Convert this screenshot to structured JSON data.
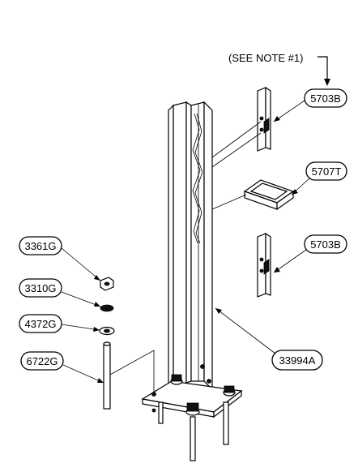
{
  "note": "(SEE NOTE #1)",
  "callouts": {
    "bracket_top": "5703B",
    "shelf_bracket": "5707T",
    "bracket_bottom": "5703B",
    "post": "33994A",
    "nut": "3361G",
    "lock_washer": "3310G",
    "flat_washer": "4372G",
    "anchor_rod": "6722G"
  },
  "colors": {
    "line": "#000000",
    "background": "#ffffff"
  }
}
